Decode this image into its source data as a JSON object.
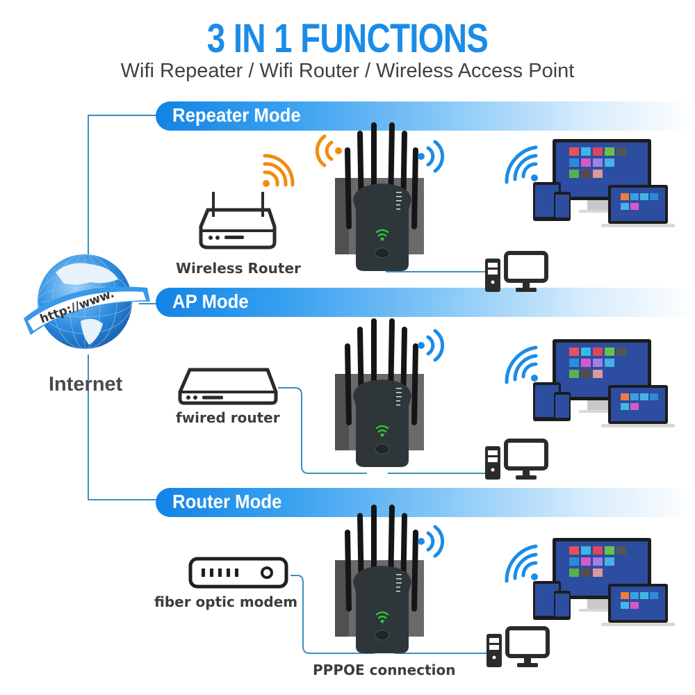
{
  "header": {
    "title": "3 IN 1 FUNCTIONS",
    "subtitle": "Wifi Repeater / Wifi Router / Wireless Access Point"
  },
  "internet": {
    "globe_text": "http://www.",
    "label": "Internet"
  },
  "modes": [
    {
      "name": "Repeater Mode",
      "source_device": "Wireless Router",
      "source_icon": "wireless-router-icon",
      "source_signal_color": "#f08c10",
      "extender_in_signal_color": "#f08c10",
      "extender_out_signal_color": "#1a8ce8",
      "clients": [
        "multi-device-icon",
        "desktop-computer-icon"
      ]
    },
    {
      "name": "AP Mode",
      "source_device": "fwired router",
      "source_icon": "wired-router-icon",
      "extender_out_signal_color": "#1a8ce8",
      "clients": [
        "multi-device-icon",
        "desktop-computer-icon"
      ]
    },
    {
      "name": "Router Mode",
      "source_device": "fiber optic modem",
      "source_icon": "fiber-modem-icon",
      "connection_label": "PPPOE connection",
      "extender_out_signal_color": "#1a8ce8",
      "clients": [
        "multi-device-icon",
        "desktop-computer-icon"
      ]
    }
  ],
  "colors": {
    "brand_blue": "#1a8ce8",
    "wifi_orange": "#f08c10",
    "led_green": "#2ec43c",
    "connector_line": "#3a8fbf",
    "text_dark": "#3d3d3d"
  }
}
